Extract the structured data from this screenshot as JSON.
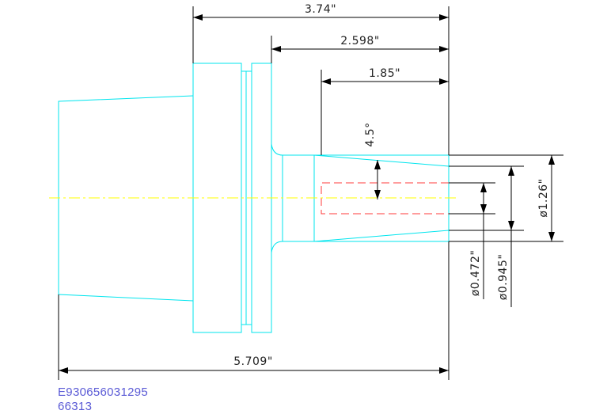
{
  "dimensions": {
    "overall_length": "5.709\"",
    "flange_to_tip": "3.74\"",
    "shank_length": "2.598\"",
    "bore_depth": "1.85\"",
    "taper_angle": "4.5°",
    "bore_diameter": "ø0.472\"",
    "taper_diameter": "ø0.945\"",
    "nose_diameter": "ø1.26\""
  },
  "part": {
    "code": "E930656031295",
    "number": "66313"
  },
  "colors": {
    "part_outline": "#00e5ee",
    "dimension_lines": "#000000",
    "centerline": "#ffff00",
    "hidden_bore": "#ff3b3b",
    "part_code_text": "#5a5ad6"
  }
}
